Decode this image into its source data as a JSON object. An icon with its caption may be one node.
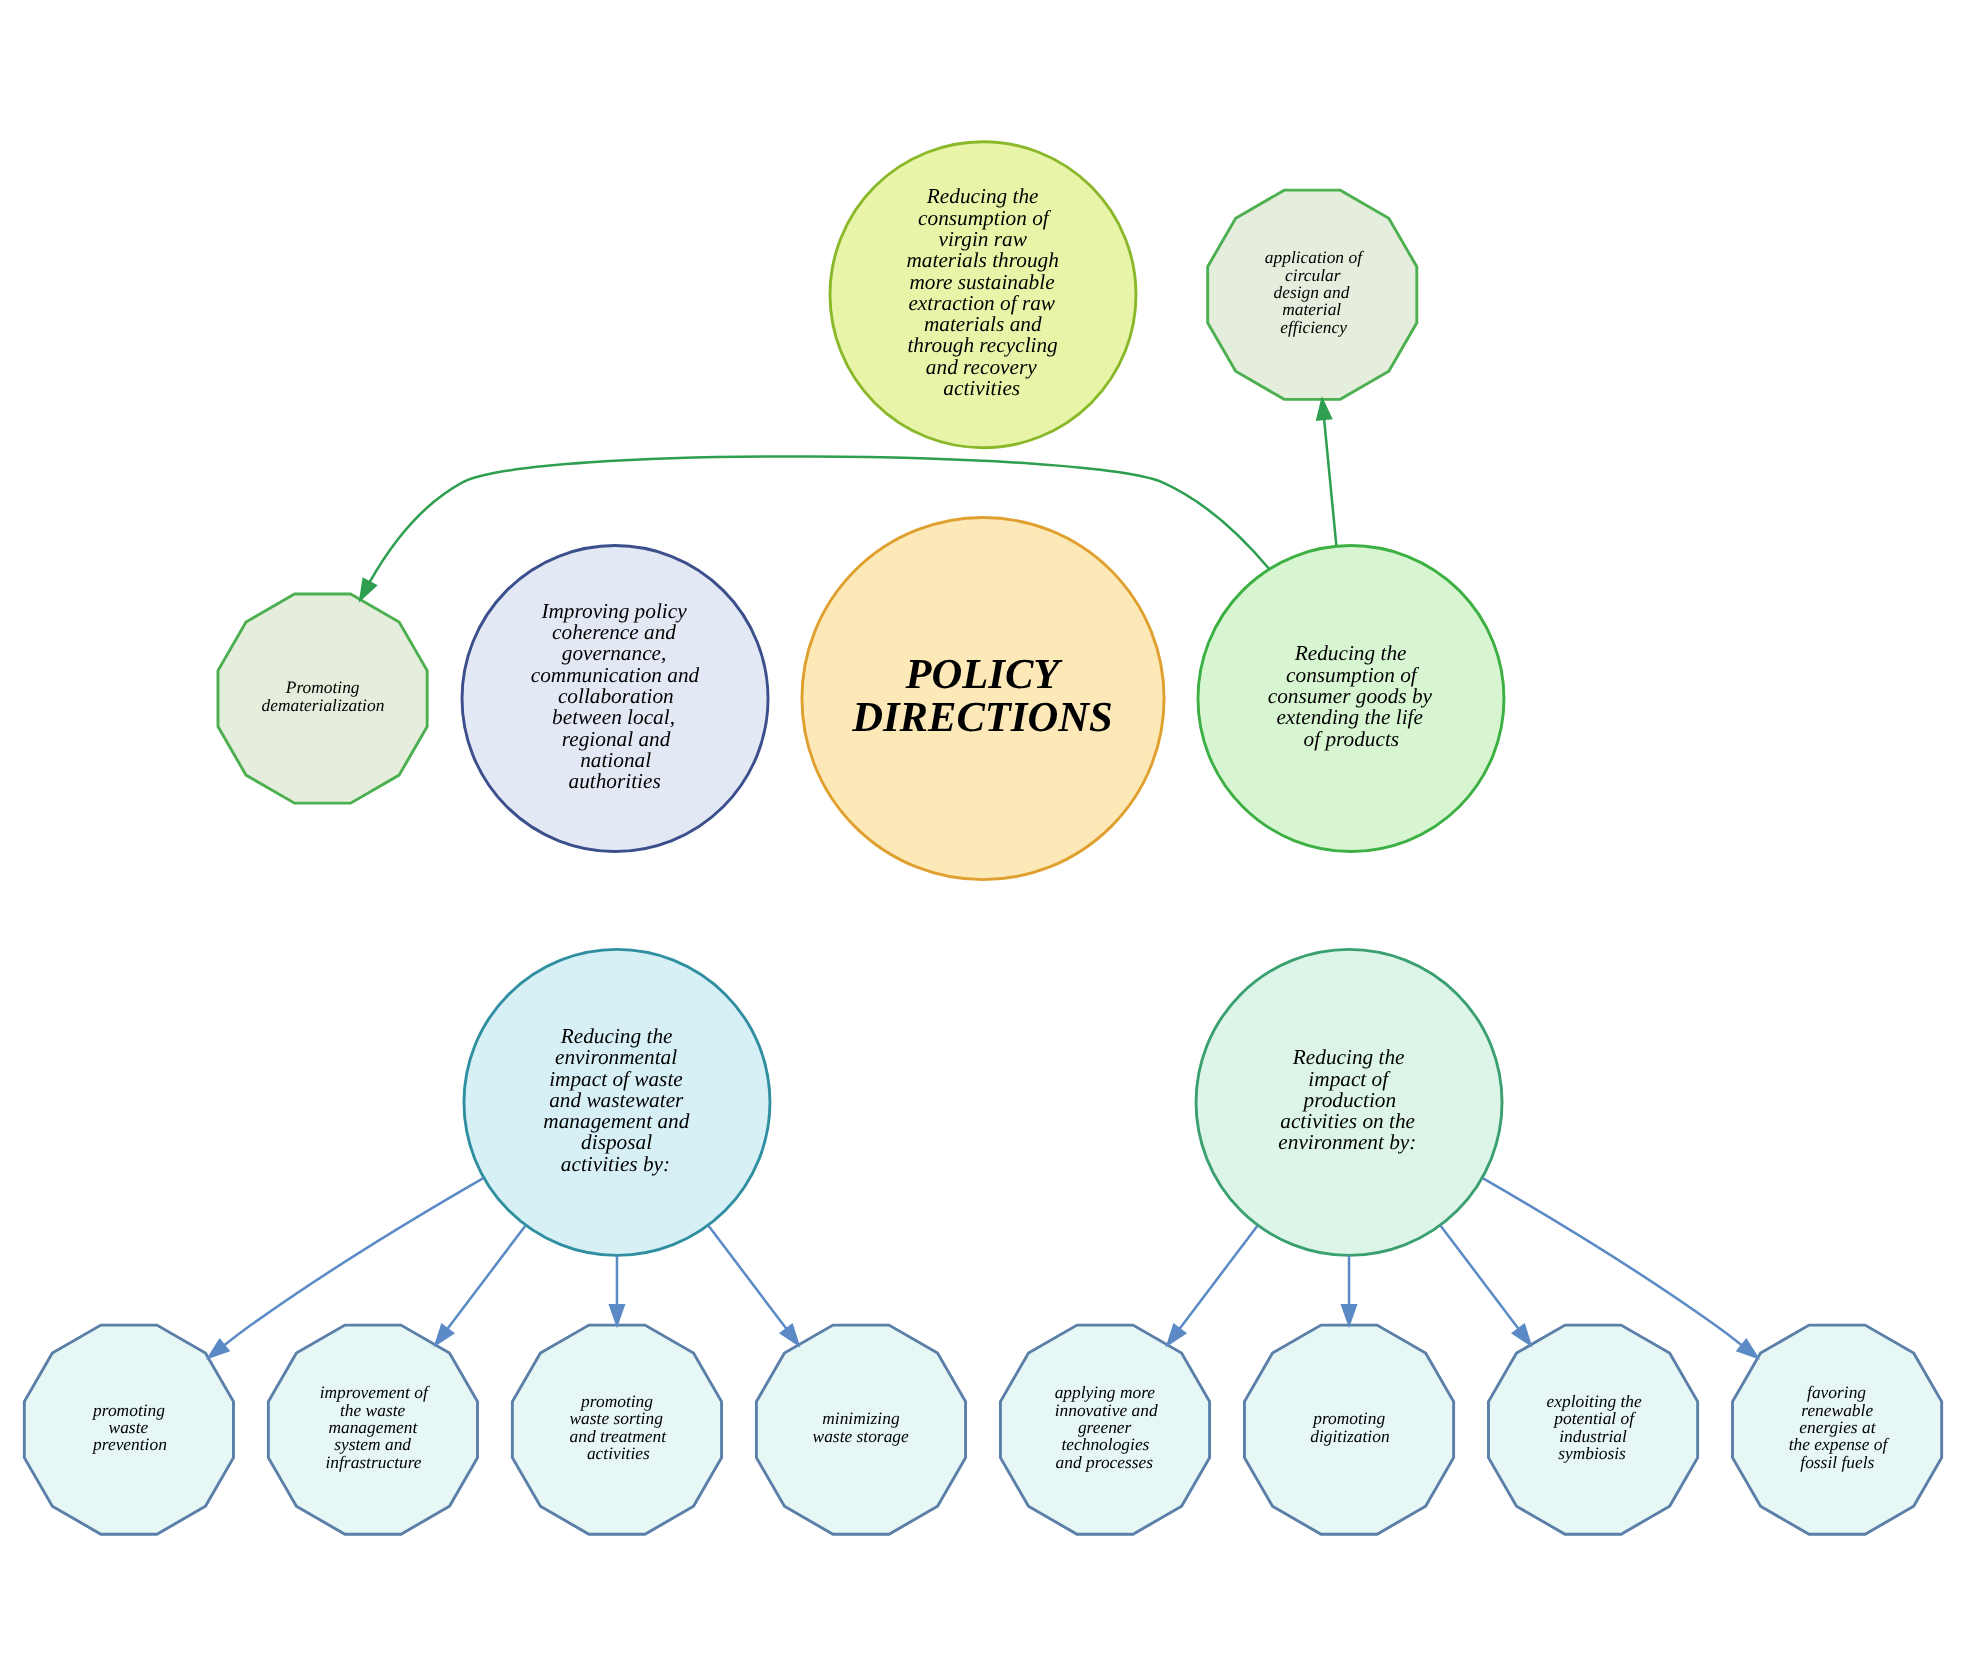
{
  "diagram": {
    "nodes": [
      {
        "text": [
          "POLICY DIRECTIONS"
        ]
      },
      {
        "text": [
          "Reducing the consumption of virgin raw materials through more sustainable extraction of raw materials and through recycling and recovery activities"
        ]
      },
      {
        "text": [
          "Improving policy coherence and governance, communication and collaboration between local, regional and national authorities"
        ]
      },
      {
        "text": [
          "Reducing the consumption of consumer goods by extending the life of products"
        ]
      },
      {
        "text": [
          "application of circular design and material efficiency"
        ]
      },
      {
        "text": [
          "Promoting dematerialization"
        ]
      },
      {
        "text": [
          "Reducing the environmental impact of waste and wastewater management and disposal activities by:"
        ]
      },
      {
        "text": [
          "Reducing the impact of production activities on the environment by:"
        ]
      },
      {
        "text": [
          "promoting waste prevention"
        ]
      },
      {
        "text": [
          "improvement of the waste management system and infrastructure"
        ]
      },
      {
        "text": [
          "promoting waste sorting and treatment activities"
        ]
      },
      {
        "text": [
          "minimizing waste storage"
        ]
      },
      {
        "text": [
          "applying more innovative and greener technologies and processes"
        ]
      },
      {
        "text": [
          "promoting digitization"
        ]
      },
      {
        "text": [
          "exploiting the potential of industrial symbiosis"
        ]
      },
      {
        "text": [
          "favoring renewable energies at the expense of fossil fuels"
        ]
      }
    ],
    "edges": [
      {
        "from": 3,
        "to": 4,
        "arrow": "to",
        "color": "#2e9e4f"
      },
      {
        "from": 3,
        "to": 5,
        "arrow": "to",
        "color": "#2e9e4f"
      },
      {
        "from": 6,
        "to": 8,
        "arrow": "to"
      },
      {
        "from": 6,
        "to": 9,
        "arrow": "to"
      },
      {
        "from": 6,
        "to": 10,
        "arrow": "to"
      },
      {
        "from": 6,
        "to": 11,
        "arrow": "to"
      },
      {
        "from": 7,
        "to": 12,
        "arrow": "to"
      },
      {
        "from": 7,
        "to": 13,
        "arrow": "to"
      },
      {
        "from": 7,
        "to": 14,
        "arrow": "to"
      },
      {
        "from": 7,
        "to": 15,
        "arrow": "to"
      }
    ]
  }
}
